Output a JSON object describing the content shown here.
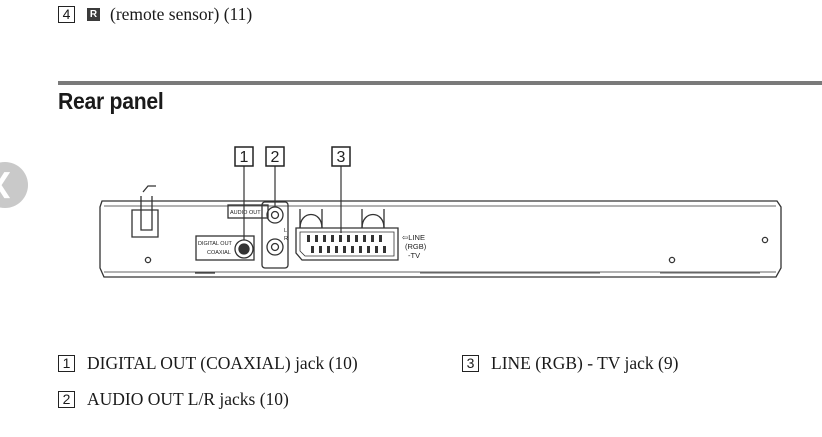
{
  "top_item": {
    "number": "4",
    "icon": "R",
    "text": "(remote sensor) (11)"
  },
  "section": {
    "heading": "Rear panel"
  },
  "nav": {
    "icon": "chevron-left-icon",
    "glyph": "❮"
  },
  "diagram": {
    "callouts": [
      "1",
      "2",
      "3"
    ],
    "labels": {
      "audio_out": "AUDIO OUT",
      "digital_out": "DIGITAL OUT",
      "coaxial": "COAXIAL",
      "l": "L",
      "r": "R",
      "line_1": "⇦LINE",
      "line_2": "(RGB)",
      "line_3": "-TV"
    }
  },
  "legend": [
    {
      "number": "1",
      "text": "DIGITAL OUT (COAXIAL) jack (10)"
    },
    {
      "number": "3",
      "text": "LINE (RGB) - TV jack (9)"
    },
    {
      "number": "2",
      "text": "AUDIO OUT L/R jacks (10)"
    }
  ],
  "colors": {
    "rule": "#7a7a7a",
    "ink": "#1a1a1a",
    "nav": "#c9c9c9"
  }
}
